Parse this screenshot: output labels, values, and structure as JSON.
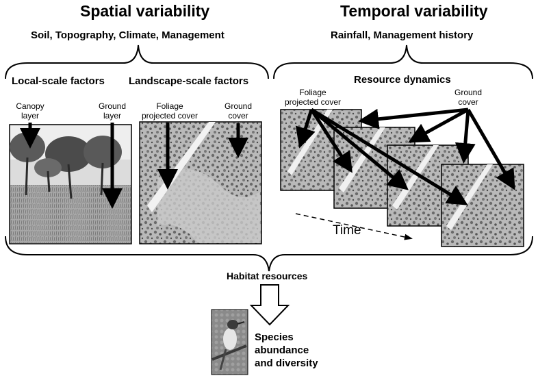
{
  "spatial": {
    "title": "Spatial variability",
    "subtitle": "Soil, Topography, Climate, Management",
    "local_title": "Local-scale factors",
    "landscape_title": "Landscape-scale factors",
    "canopy_label_1": "Canopy",
    "canopy_label_2": "layer",
    "ground_label_1": "Ground",
    "ground_label_2": "layer",
    "foliage_label_1": "Foliage",
    "foliage_label_2": "projected cover",
    "gcover_label_1": "Ground",
    "gcover_label_2": "cover"
  },
  "temporal": {
    "title": "Temporal variability",
    "subtitle": "Rainfall, Management history",
    "dynamics_title": "Resource dynamics",
    "foliage_label_1": "Foliage",
    "foliage_label_2": "projected cover",
    "gcover_label_1": "Ground",
    "gcover_label_2": "cover",
    "time_label": "Time"
  },
  "habitat": {
    "label": "Habitat resources",
    "species_1": "Species",
    "species_2": "abundance",
    "species_3": "and diversity"
  }
}
